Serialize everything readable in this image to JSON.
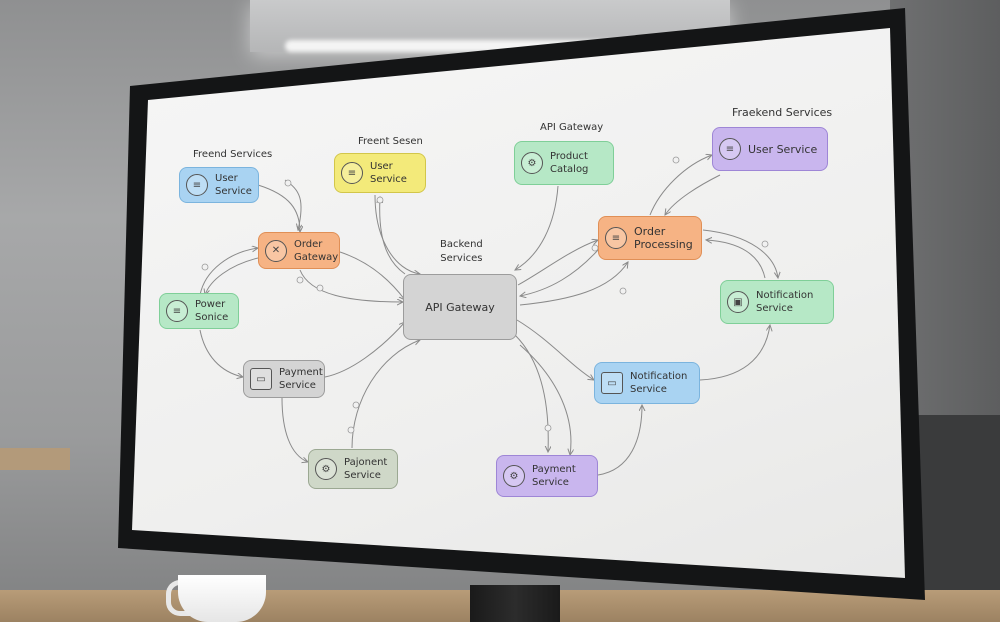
{
  "headings": {
    "frontend_left": "Freend Services",
    "frontend_mid": "Freent Sesen",
    "api_gateway": "API Gateway",
    "backend_right": "Fraekend Services",
    "backend_center": "Backend\nServices"
  },
  "nodes": {
    "user_service_left": {
      "label": "User\nService",
      "icon": "database-icon"
    },
    "user_service_mid": {
      "label": "User Service",
      "icon": "database-icon"
    },
    "product_catalog": {
      "label": "Product\nCatalog",
      "icon": "gear-icon"
    },
    "user_service_right": {
      "label": "User Service",
      "icon": "database-icon"
    },
    "order_gateway": {
      "label": "Order\nGateway",
      "icon": "tools-icon"
    },
    "order_processing": {
      "label": "Order\nProcessing",
      "icon": "database-icon"
    },
    "power_service": {
      "label": "Power\nSonice",
      "icon": "database-icon"
    },
    "api_gateway": {
      "label": "API Gateway"
    },
    "notification_service_right": {
      "label": "Notification\nService",
      "icon": "bell-icon"
    },
    "payment_service_left": {
      "label": "Payment\nService",
      "icon": "card-icon"
    },
    "notification_service_center": {
      "label": "Notification\nService",
      "icon": "card-icon"
    },
    "payment_service_bottom": {
      "label": "Pajonent\nService",
      "icon": "gear-icon"
    },
    "payment_service_bottom_right": {
      "label": "Payment\nService",
      "icon": "gear-icon"
    }
  },
  "colors": {
    "blue": "#a9d3f2",
    "yellow": "#f3ea7a",
    "green": "#b6e8c6",
    "purple": "#c9b6ee",
    "orange": "#f6b384",
    "gray": "#d4d4d4",
    "line": "#8a8a8a"
  }
}
